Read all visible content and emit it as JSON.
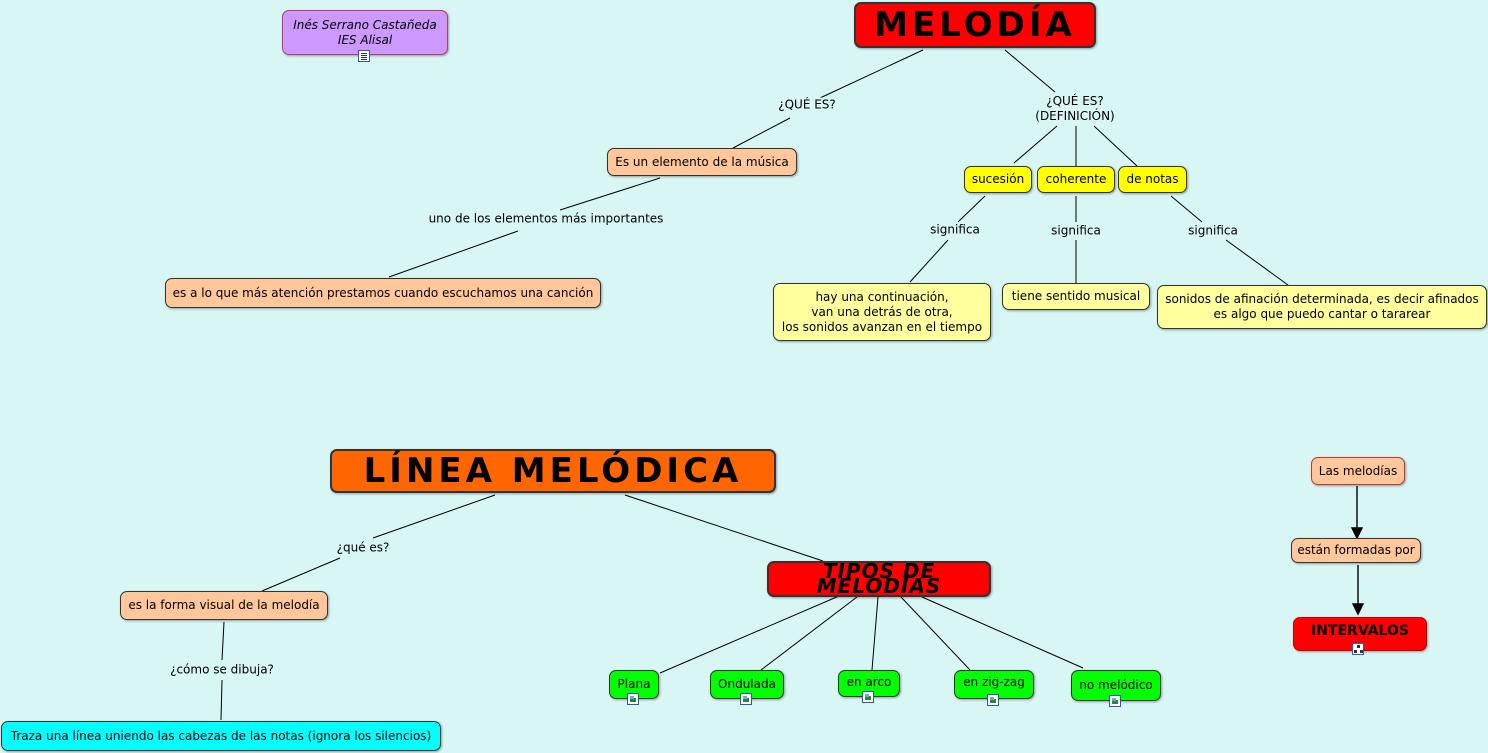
{
  "author": {
    "line1": "Inés Serrano Castañeda",
    "line2": "IES Alisal"
  },
  "melodia": {
    "title": "MELODÍA",
    "link_que_es": "¿QUÉ ES?",
    "node_elemento": "Es un elemento de la música",
    "link_importantes": "uno de los elementos más importantes",
    "node_atencion": "es a lo que más atención prestamos cuando escuchamos una canción",
    "link_definicion": "¿QUÉ ES?\n(DEFINICIÓN)",
    "node_sucesion": "sucesión",
    "node_coherente": "coherente",
    "node_de_notas": "de notas",
    "link_significa_1": "significa",
    "link_significa_2": "significa",
    "link_significa_3": "significa",
    "node_continuacion": "hay una continuación,\nvan una detrás de otra,\nlos sonidos avanzan en el tiempo",
    "node_sentido": "tiene  sentido musical",
    "node_afinacion": "sonidos de afinación determinada, es decir afinados\nes algo que puedo cantar o tararear"
  },
  "linea": {
    "title": "LÍNEA MELÓDICA",
    "link_que_es": "¿qué es?",
    "node_forma": "es la forma visual de la melodía",
    "link_como": "¿cómo se dibuja?",
    "node_traza": "Traza una línea uniendo las cabezas de las notas (ignora los silencios)",
    "tipos_title": "TIPOS DE MELODÍAS",
    "tipos": [
      "Plana",
      "Ondulada",
      "en arco",
      "en zig-zag",
      "no melódico"
    ]
  },
  "intervalos": {
    "node_melodias": "Las melodías",
    "node_formadas": "están formadas por",
    "title": "INTERVALOS"
  },
  "icons": {
    "author": "document-icon",
    "tipos": "image-icon",
    "intervalos": "concept-map-icon"
  },
  "colors": {
    "background": "#d7f6f4",
    "title_red": "#ff0000",
    "title_orange": "#ff6600",
    "peach": "#ffc79a",
    "light_yellow": "#ffff9e",
    "yellow": "#ffff00",
    "green": "#00ff00",
    "cyan": "#00ffff",
    "purple": "#cc99ff"
  }
}
